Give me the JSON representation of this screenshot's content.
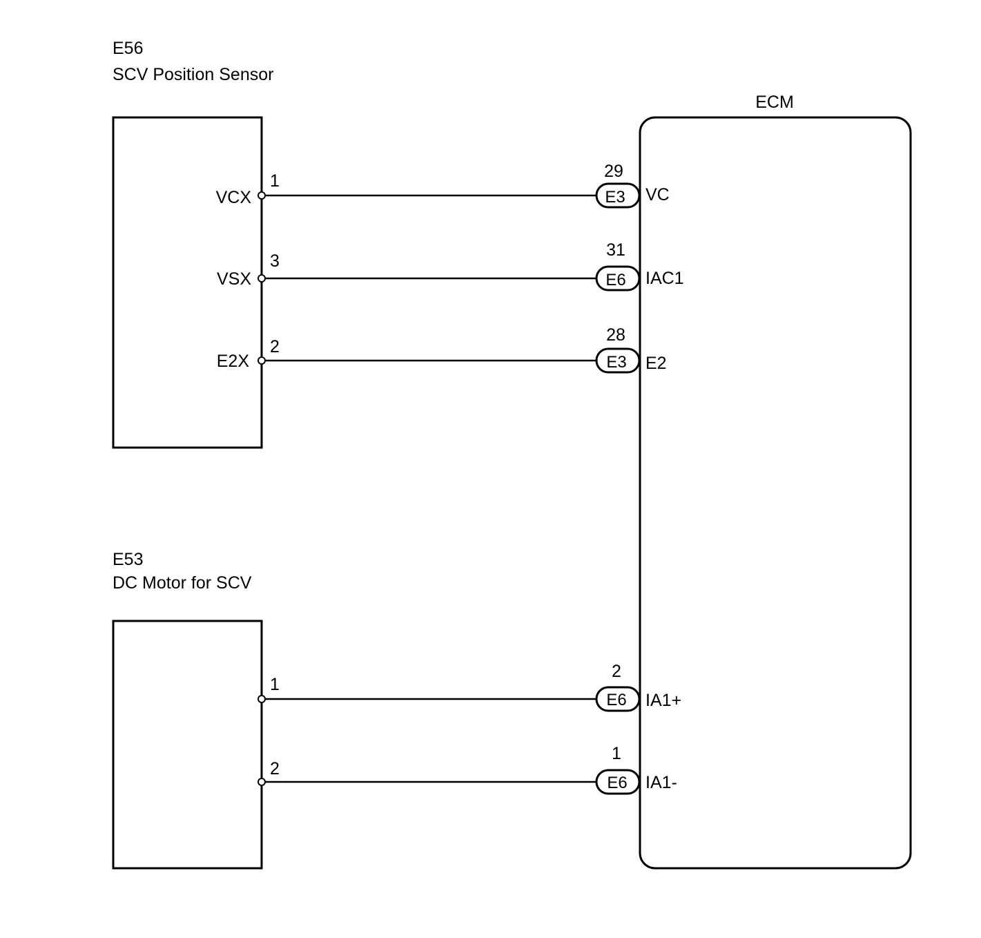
{
  "components": {
    "scv_position_sensor": {
      "code": "E56",
      "name": "SCV Position Sensor",
      "pins": [
        {
          "num": "1",
          "label": "VCX"
        },
        {
          "num": "3",
          "label": "VSX"
        },
        {
          "num": "2",
          "label": "E2X"
        }
      ]
    },
    "dc_motor": {
      "code": "E53",
      "name": "DC Motor for SCV",
      "pins": [
        {
          "num": "1",
          "label": ""
        },
        {
          "num": "2",
          "label": ""
        }
      ]
    },
    "ecm": {
      "name": "ECM",
      "terminals": [
        {
          "pin": "29",
          "connector": "E3",
          "label": "VC"
        },
        {
          "pin": "31",
          "connector": "E6",
          "label": "IAC1"
        },
        {
          "pin": "28",
          "connector": "E3",
          "label": "E2"
        },
        {
          "pin": "2",
          "connector": "E6",
          "label": "IA1+"
        },
        {
          "pin": "1",
          "connector": "E6",
          "label": "IA1-"
        }
      ]
    }
  }
}
